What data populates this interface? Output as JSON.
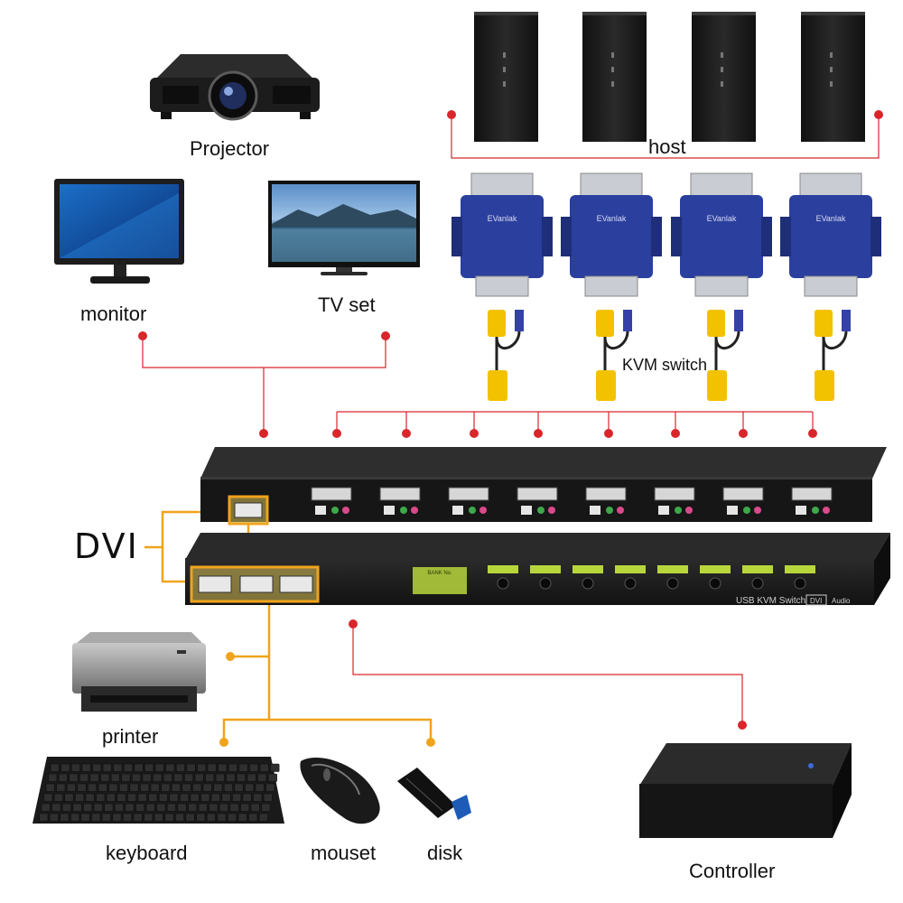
{
  "labels": {
    "projector": "Projector",
    "monitor": "monitor",
    "tv_set": "TV set",
    "host": "host",
    "kvm_switch": "KVM switch",
    "dvi": "DVI",
    "printer": "printer",
    "keyboard": "keyboard",
    "mouse": "mouset",
    "disk": "disk",
    "controller": "Controller"
  },
  "device_text": {
    "adapter_brand": "EVanlak",
    "switch_model": "USB KVM Switch",
    "switch_dvi": "DVI",
    "switch_audio": "Audio",
    "bank_label": "BANK No."
  },
  "colors": {
    "red_line": "#d9262b",
    "orange_line": "#f0a31c",
    "adapter_blue": "#2b3f9e",
    "cable_yellow": "#f2c200",
    "device_black": "#1b1b1b",
    "led_green": "#b8d63c"
  },
  "counts": {
    "hosts": 4,
    "adapters": 4,
    "kvm_cables": 4,
    "switch_ports": 8
  }
}
